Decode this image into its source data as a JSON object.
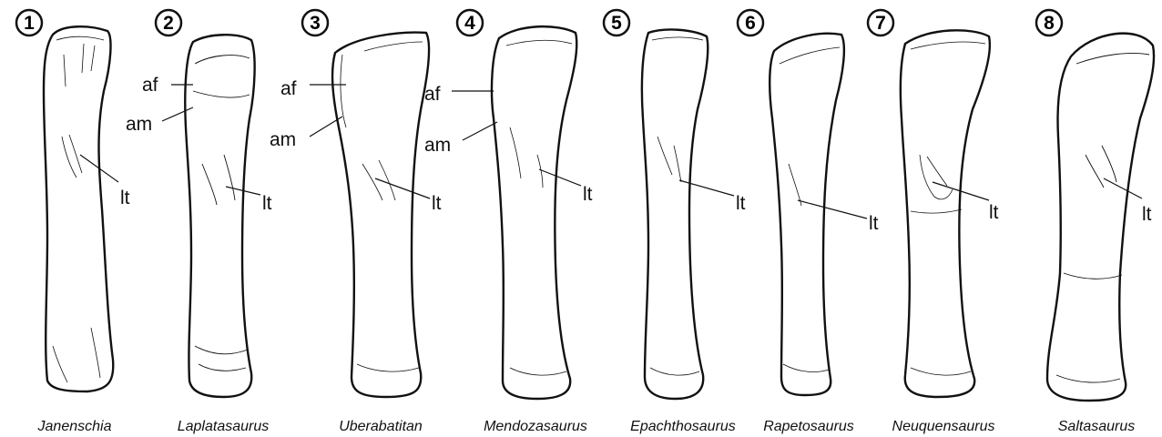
{
  "figure": {
    "panels": [
      {
        "number": "1",
        "taxon": "Janenschia",
        "labels": [
          "lt"
        ]
      },
      {
        "number": "2",
        "taxon": "Laplatasaurus",
        "labels": [
          "af",
          "am",
          "lt"
        ]
      },
      {
        "number": "3",
        "taxon": "Uberabatitan",
        "labels": [
          "af",
          "am",
          "lt"
        ]
      },
      {
        "number": "4",
        "taxon": "Mendozasaurus",
        "labels": [
          "af",
          "am",
          "lt"
        ]
      },
      {
        "number": "5",
        "taxon": "Epachthosaurus",
        "labels": [
          "lt"
        ]
      },
      {
        "number": "6",
        "taxon": "Rapetosaurus",
        "labels": [
          "lt"
        ]
      },
      {
        "number": "7",
        "taxon": "Neuquensaurus",
        "labels": [
          "lt"
        ]
      },
      {
        "number": "8",
        "taxon": "Saltasaurus",
        "labels": [
          "lt"
        ]
      }
    ],
    "colors": {
      "ink": "#111111",
      "paper": "#ffffff"
    }
  }
}
